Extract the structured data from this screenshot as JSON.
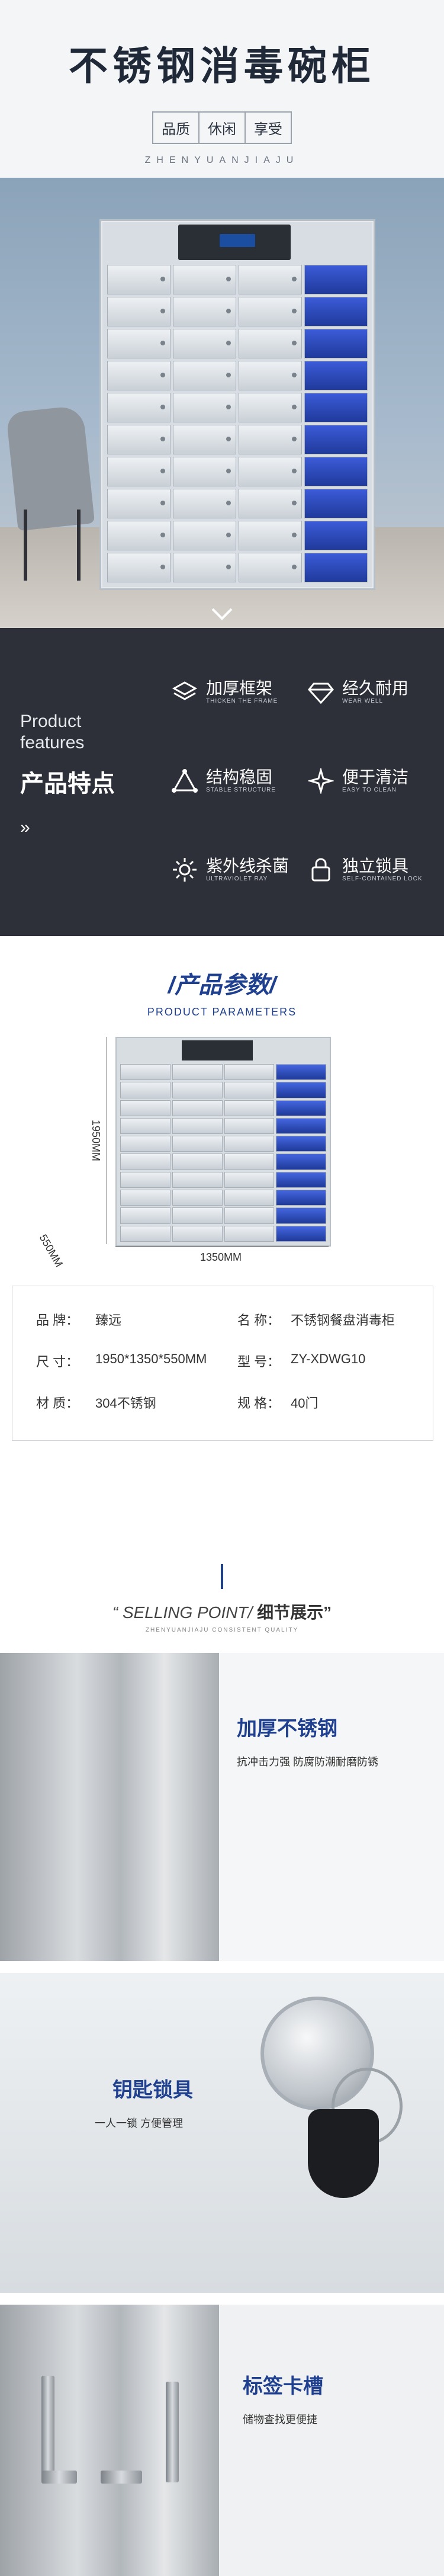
{
  "header": {
    "title": "不锈钢消毒碗柜",
    "tags": [
      "品质",
      "休闲",
      "享受"
    ],
    "spell": "ZHENYUANJIAJU"
  },
  "features": {
    "en_line1": "Product",
    "en_line2": "features",
    "cn_title": "产品特点",
    "arrows": "»",
    "items": [
      {
        "name": "加厚框架",
        "sub": "THICKEN THE FRAME",
        "icon": "layers-icon"
      },
      {
        "name": "经久耐用",
        "sub": "WEAR WELL",
        "icon": "diamond-icon"
      },
      {
        "name": "结构稳固",
        "sub": "STABLE STRUCTURE",
        "icon": "triangle-nodes-icon"
      },
      {
        "name": "便于清洁",
        "sub": "EASY TO CLEAN",
        "icon": "sparkle-icon"
      },
      {
        "name": "紫外线杀菌",
        "sub": "ULTRAVIOLET RAY",
        "icon": "sun-icon"
      },
      {
        "name": "独立锁具",
        "sub": "SELF-CONTAINED LOCK",
        "icon": "lock-icon"
      }
    ]
  },
  "params": {
    "title": "/产品参数/",
    "subtitle": "PRODUCT PARAMETERS",
    "dim_width": "1350MM",
    "dim_height": "1950MM",
    "dim_depth": "550MM",
    "specs": [
      {
        "k1": "品  牌：",
        "v1": "臻远",
        "k2": "名  称：",
        "v2": "不锈钢餐盘消毒柜"
      },
      {
        "k1": "尺  寸：",
        "v1": "1950*1350*550MM",
        "k2": "型  号：",
        "v2": "ZY-XDWG10"
      },
      {
        "k1": "材  质：",
        "v1": "304不锈钢",
        "k2": "规  格：",
        "v2": "40门"
      }
    ]
  },
  "selling": {
    "title_en": "“ SELLING POINT/",
    "title_cn": "细节展示”",
    "subtitle": "ZHENYUANJIAJU CONSISTENT QUALITY",
    "details": [
      {
        "heading": "加厚不锈钢",
        "desc": "抗冲击力强  防腐防潮耐磨防锈"
      },
      {
        "heading": "钥匙锁具",
        "desc": "一人一锁  方便管理"
      },
      {
        "heading": "标签卡槽",
        "desc": "储物查找更便捷"
      }
    ]
  },
  "colors": {
    "brand_blue": "#1f3f8f",
    "dark_panel": "#2d3039"
  }
}
